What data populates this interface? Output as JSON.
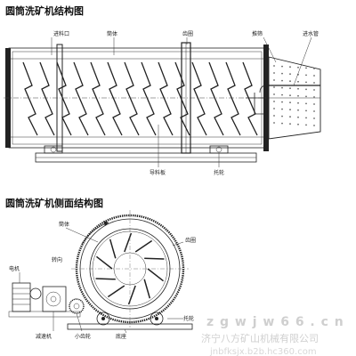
{
  "titles": {
    "front": "圆筒洗矿机结构图",
    "side": "圆筒洗矿机侧面结构图"
  },
  "front_labels": {
    "feed_port": "进料口",
    "drum": "筒体",
    "gear_ring": "齿圈",
    "screen": "推筛",
    "water_pipe": "进水管",
    "guide_plate": "导料板",
    "roller": "托轮"
  },
  "side_labels": {
    "drum": "筒体",
    "gear_ring": "齿圈",
    "rotation": "转向",
    "motor": "电机",
    "roller": "托轮",
    "reducer": "减速机",
    "pinion": "小齿轮",
    "base": "底座"
  },
  "watermarks": {
    "site": "z g w j w 6 6 . c n",
    "company": "济宁八方矿山机械有限公司",
    "url": "jnbfksjx.b2b.hc360.com"
  }
}
